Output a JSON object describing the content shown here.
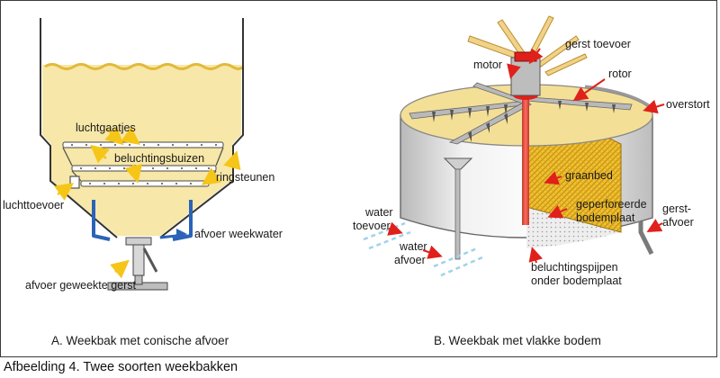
{
  "colors": {
    "grain": "#f7e7a8",
    "grain_dark": "#e2b93b",
    "yellow_arrow": "#f5c518",
    "red_arrow": "#e0201b",
    "blue": "#2a63b8",
    "metal": "#c8c8c8"
  },
  "panel_a": {
    "caption": "A.  Weekbak met conische afvoer",
    "labels": {
      "luchtgaatjes": "luchtgaatjes",
      "beluchtingsbuizen": "beluchtingsbuizen",
      "ringsteunen": "ringsteunen",
      "luchttoevoer": "luchttoevoer",
      "afvoer_weekwater": "afvoer weekwater",
      "afvoer_geweekte_gerst": "afvoer geweekte gerst"
    }
  },
  "panel_b": {
    "caption": "B.  Weekbak met vlakke bodem",
    "labels": {
      "gerst_toevoer": "gerst toevoer",
      "motor": "motor",
      "rotor": "rotor",
      "overstort": "overstort",
      "graanbed": "graanbed",
      "geperforeerde": "geperforeerde",
      "bodemplaat": "bodemplaat",
      "water_toevoer_1": "water",
      "water_toevoer_2": "toevoer",
      "water_afvoer_1": "water",
      "water_afvoer_2": "afvoer",
      "gerst_afvoer_1": "gerst-",
      "gerst_afvoer_2": "afvoer",
      "beluchtingspijpen_1": "beluchtingspijpen",
      "beluchtingspijpen_2": "onder bodemplaat"
    }
  },
  "figure_caption": "Afbeelding 4.  Twee soorten weekbakken"
}
